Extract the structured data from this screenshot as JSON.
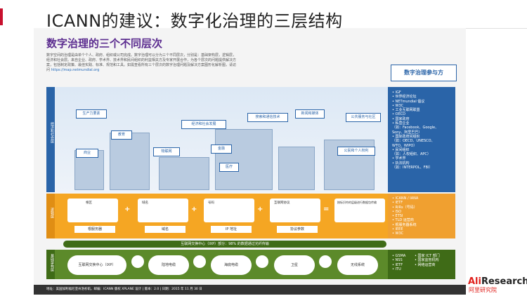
{
  "slide": {
    "title": "ICANN的建议：数字化治理的三层结构"
  },
  "infographic": {
    "title": "数字治理的三个不同层次",
    "intro": "数字空间的治理是由单个个人、政府、组织或公司完成。数字治理可以分为三个不同层次，分别是：基础架构层，逻辑层，经济和社会层。来自企业、政府、学术界、技术界和民间组织的利益相关方及专家开展合作，为各个层次的问题提供解决方案，包括制定政策、最佳实践、标准、规范和工具。如需查看所有三个层次的数字治理问题及解决方案图形化解析图，请访问",
    "intro_link": "https://map.netmundial.org",
    "participants_title": "数字治理参与方"
  },
  "layers": {
    "econ": {
      "side_label": "经济和社会层",
      "boxes": [
        "生产力要素",
        "教育",
        "商业",
        "物联网",
        "经济和社会发展",
        "金融",
        "医疗",
        "搜索和通信技术",
        "新闻和媒体",
        "公共服务与社区",
        "公民和个人权利"
      ],
      "participants": [
        "• IGF",
        "• 世界经济论坛",
        "• NETmundial 倡议",
        "• W3C",
        "• 工业互联网联盟",
        "• OECD",
        "• 国家政府",
        "• 私营企业",
        "（如：Facebook、Google、",
        "Sony、阿里巴巴）",
        "• 国际政府间组织",
        "（如：OECD、UNESCO、",
        "WTO、WIPO）",
        "• 民间组织",
        "（如：人权组织、APC）",
        "• 学术界",
        "• 执法机构",
        "（如：INTERPOL、FBI）"
      ]
    },
    "logic": {
      "side_label": "逻辑层",
      "cards": [
        "根区",
        "域名",
        "号码",
        "互联网协议"
      ],
      "card_subs": [
        "根服务器",
        "域名",
        "IP 地址",
        "协议参数"
      ],
      "card_result": "按标识符的层级进行数据包传输",
      "participants": [
        "• ICANN / IANA",
        "• IETF",
        "• RIRs（号码）",
        "• ISO",
        "• ETSI",
        "• TLD 运营商",
        "• 根服务器系统",
        "• IEEE",
        "• W3C"
      ]
    },
    "infra": {
      "side_label": "基础架构层",
      "ixp_bar": "互联网交换中心（IXP）部分：98% 的数据通过光纤传输",
      "items": [
        "互联网交换中心（IXP）",
        "陆地电缆",
        "海底电缆",
        "卫星",
        "无线系统"
      ],
      "participants": [
        "• GSMA",
        "• NSS",
        "• IETF",
        "• ITU"
      ],
      "participants_right": [
        "• 国家 ICT 部门",
        "• 国家监管机构",
        "• 网络运营商"
      ]
    }
  },
  "footer": {
    "text": "地址：美国加利福尼亚州洛杉矶，邮编：ICANN 版权 XPLANE 设计 | 版本：2.0 | 日期：2015 年 11 月 30 日"
  },
  "brand": {
    "logo_prefix": "Ali",
    "logo_suffix": "Research",
    "logo_sub": "阿里研究院"
  }
}
